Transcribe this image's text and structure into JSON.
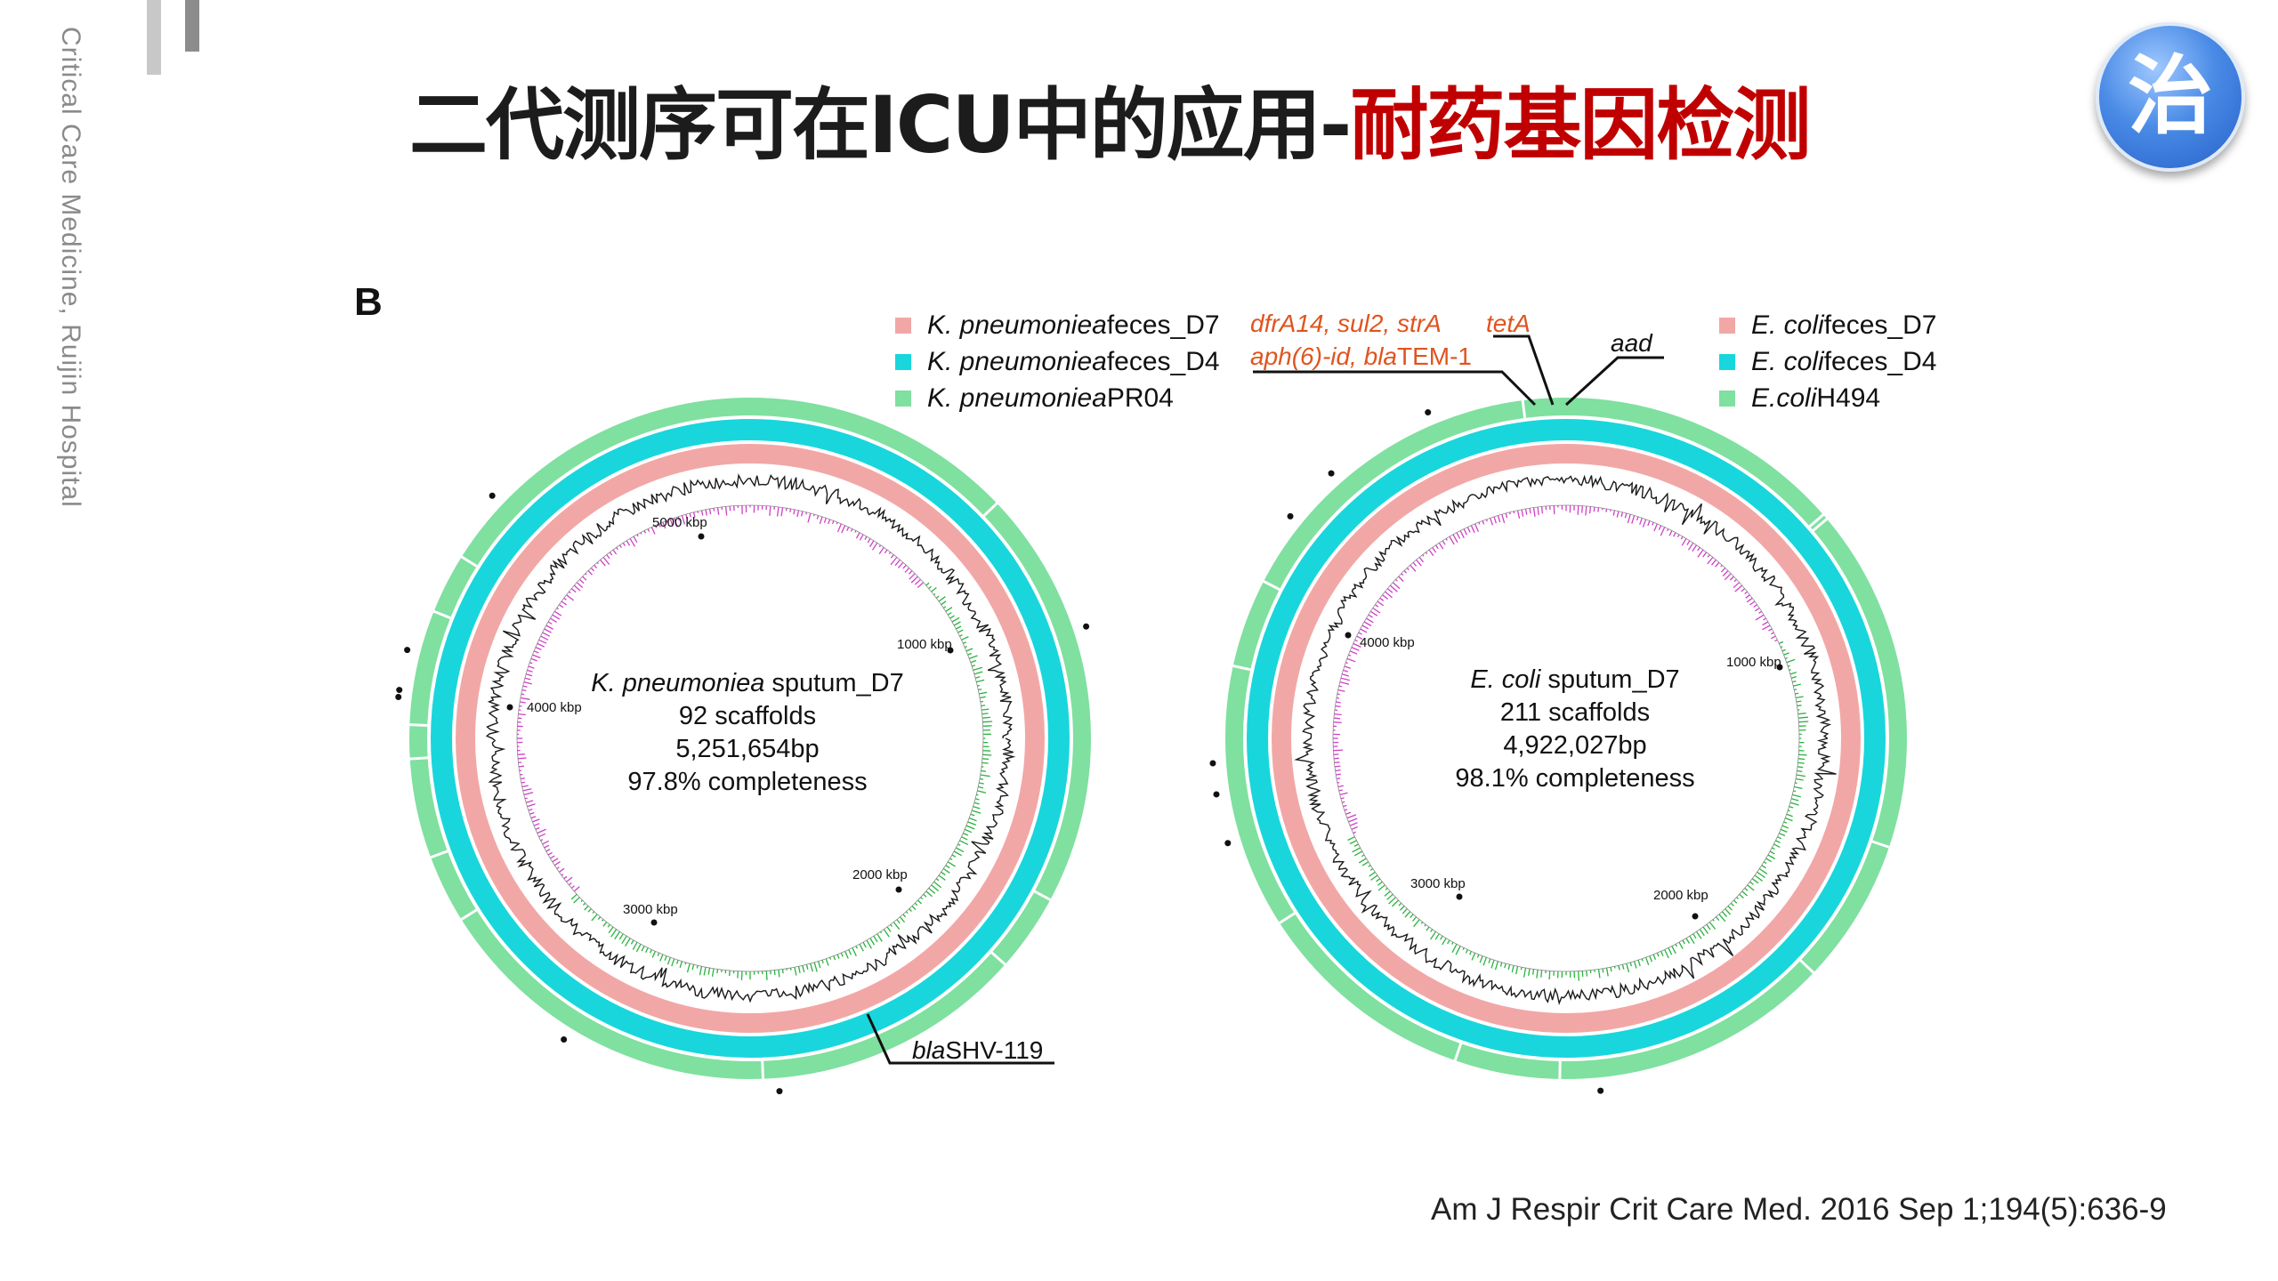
{
  "sidebar": {
    "text": "Critical Care Medicine, Ruijin Hospital"
  },
  "title": {
    "main": "二代测序可在ICU中的应用-",
    "highlight": "耐药基因检测"
  },
  "badge": {
    "char": "治"
  },
  "panel": {
    "letter": "B"
  },
  "legend_left": [
    {
      "species": "K. pneumoniea",
      "sample": " feces_D7",
      "color": "#f2a7a7"
    },
    {
      "species": "K. pneumoniea",
      "sample": " feces_D4",
      "color": "#19d6dd"
    },
    {
      "species": "K. pneumoniea",
      "sample": " PR04",
      "color": "#7fe0a0"
    }
  ],
  "legend_right": [
    {
      "species": "E. coli",
      "sample": " feces_D7",
      "color": "#f2a7a7"
    },
    {
      "species": "E. coli",
      "sample": " feces_D4",
      "color": "#19d6dd"
    },
    {
      "species": "E.coli",
      "sample": " H494",
      "color": "#7fe0a0"
    }
  ],
  "genes": {
    "g1_line1": "dfrA14, sul2, strA",
    "g1_line2_a": "aph(6)-id, ",
    "g1_line2_b": "bla",
    "g1_line2_c": "TEM-1",
    "tetA": "tetA",
    "aad": "aad",
    "bla_shv_a": "bla",
    "bla_shv_b": "SHV-119"
  },
  "left_genome": {
    "species": "K. pneumoniea",
    "sample": " sputum_D7",
    "scaffolds": "92 scaffolds",
    "size": "5,251,654bp",
    "completeness": "97.8% completeness",
    "ticks": [
      "1000 kbp",
      "2000 kbp",
      "3000 kbp",
      "4000 kbp",
      "5000 kbp"
    ]
  },
  "right_genome": {
    "species": "E. coli",
    "sample": " sputum_D7",
    "scaffolds": "211 scaffolds",
    "size": "4,922,027bp",
    "completeness": "98.1% completeness",
    "ticks": [
      "1000 kbp",
      "2000 kbp",
      "3000 kbp",
      "4000 kbp"
    ]
  },
  "ring_colors": {
    "outer": "#7fe0a0",
    "middle": "#19d6dd",
    "inner": "#f2a7a7",
    "gc": "#1a1a1a",
    "skew_pos": "#27b53d",
    "skew_neg": "#d23fc8"
  },
  "citation": "Am J Respir Crit Care Med. 2016 Sep 1;194(5):636-9"
}
